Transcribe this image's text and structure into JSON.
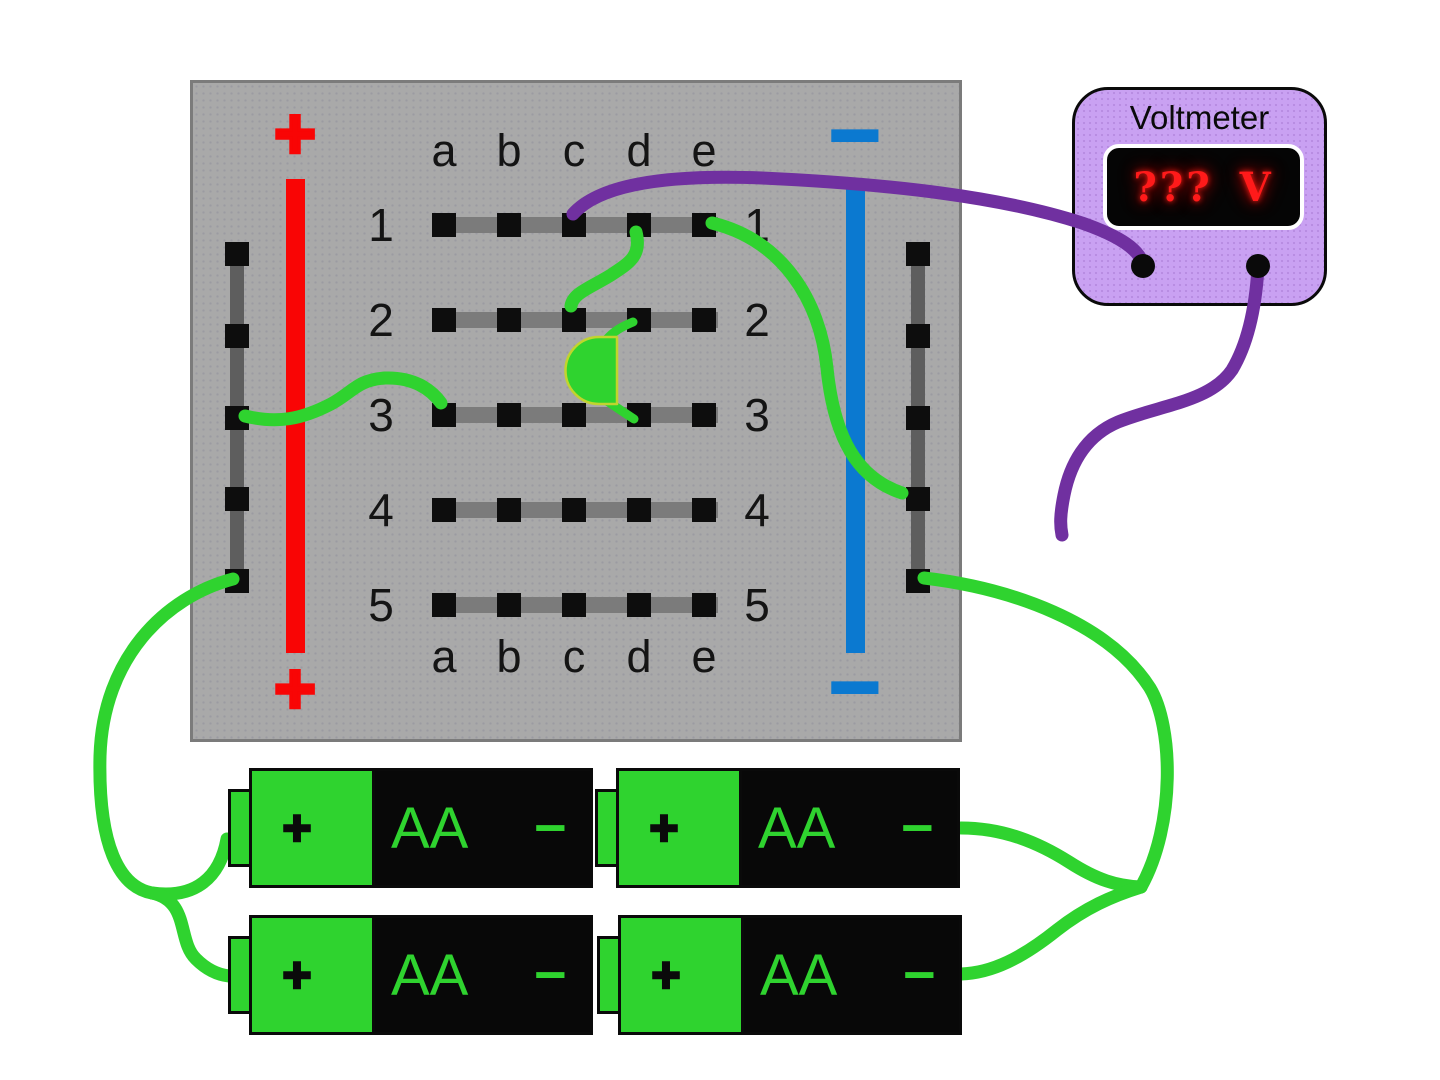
{
  "board": {
    "column_labels_top": [
      "a",
      "b",
      "c",
      "d",
      "e"
    ],
    "column_labels_bottom": [
      "a",
      "b",
      "c",
      "d",
      "e"
    ],
    "row_labels_left": [
      "1",
      "2",
      "3",
      "4",
      "5"
    ],
    "row_labels_right": [
      "1",
      "2",
      "3",
      "4",
      "5"
    ],
    "positive_rail_symbol": "+",
    "negative_rail_symbol": "−"
  },
  "voltmeter": {
    "title": "Voltmeter",
    "reading": "??? V"
  },
  "batteries": [
    {
      "size_label": "AA",
      "positive_symbol": "+",
      "negative_symbol": "−"
    },
    {
      "size_label": "AA",
      "positive_symbol": "+",
      "negative_symbol": "−"
    },
    {
      "size_label": "AA",
      "positive_symbol": "+",
      "negative_symbol": "−"
    },
    {
      "size_label": "AA",
      "positive_symbol": "+",
      "negative_symbol": "−"
    }
  ],
  "colors": {
    "board_gray": "#a9a9a9",
    "positive_rail_red": "#f90505",
    "negative_rail_blue": "#0b79d0",
    "connection_wire_green": "#2fd32f",
    "probe_wire_purple": "#7030a0",
    "voltmeter_body_purple": "#c9a1f2",
    "display_text_red": "#ff1a1a",
    "battery_green": "#2fd32f"
  }
}
